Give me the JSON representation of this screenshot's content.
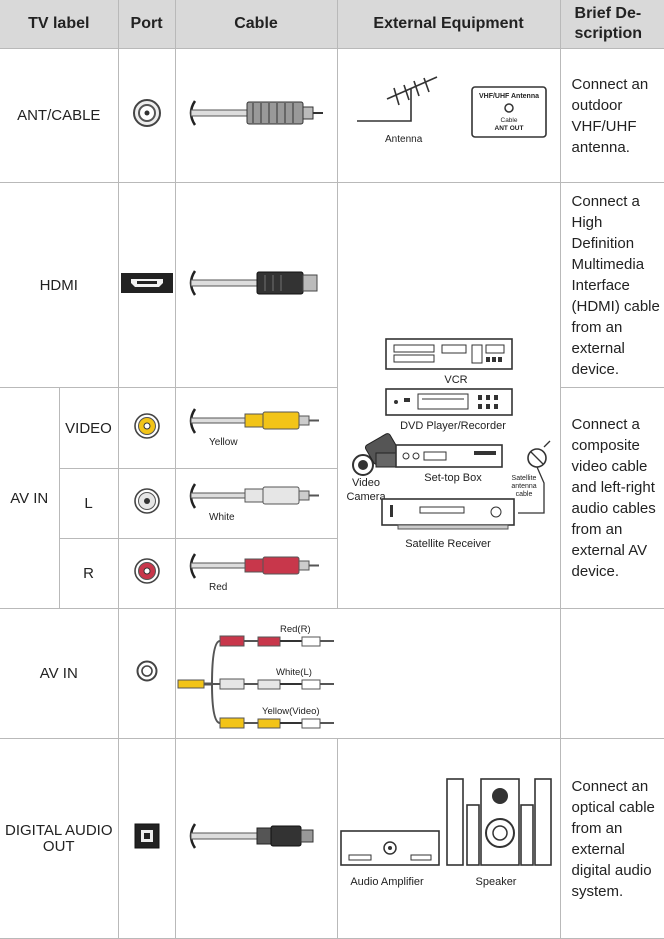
{
  "headers": {
    "tv_label": "TV label",
    "port": "Port",
    "cable": "Cable",
    "external_equipment": "External Equipment",
    "brief_description": "Brief De-scription"
  },
  "rows": {
    "ant": {
      "label": "ANT/CABLE",
      "description": "Connect an outdoor VHF/UHF antenna.",
      "antenna_caption": "Antenna",
      "jack_box_title": "VHF/UHF Antenna",
      "jack_box_sub": "Cable",
      "jack_box_sub2": "ANT OUT"
    },
    "hdmi": {
      "label": "HDMI",
      "description": "Connect a High Definition Multimedia Interface (HDMI) cable from an external device."
    },
    "av_in": {
      "group_label": "AV IN",
      "video": {
        "label": "VIDEO",
        "cable_color": "Yellow"
      },
      "left": {
        "label": "L",
        "cable_color": "White"
      },
      "right": {
        "label": "R",
        "cable_color": "Red"
      },
      "description": "Connect a composite video cable and left-right audio cables from an external AV device."
    },
    "av_in_mini": {
      "label": "AV IN",
      "cable_labels": [
        "Red(R)",
        "White(L)",
        "Yellow(Video)"
      ]
    },
    "digital": {
      "label": "DIGITAL AUDIO OUT",
      "description": "Connect an optical cable from an external digital audio system.",
      "amp_caption": "Audio Amplifier",
      "speaker_caption": "Speaker"
    }
  },
  "av_devices": {
    "vcr": "VCR",
    "dvd": "DVD Player/Recorder",
    "camera": "Video Camera",
    "settop": "Set-top Box",
    "sat_cable": "Satellite antenna cable",
    "sat_receiver": "Satellite Receiver"
  },
  "colors": {
    "header_bg": "#d9d9d9",
    "border": "#b9b9b9",
    "yellow": "#f2c418",
    "red": "#c8374b",
    "white_plug": "#e6e6e6"
  }
}
